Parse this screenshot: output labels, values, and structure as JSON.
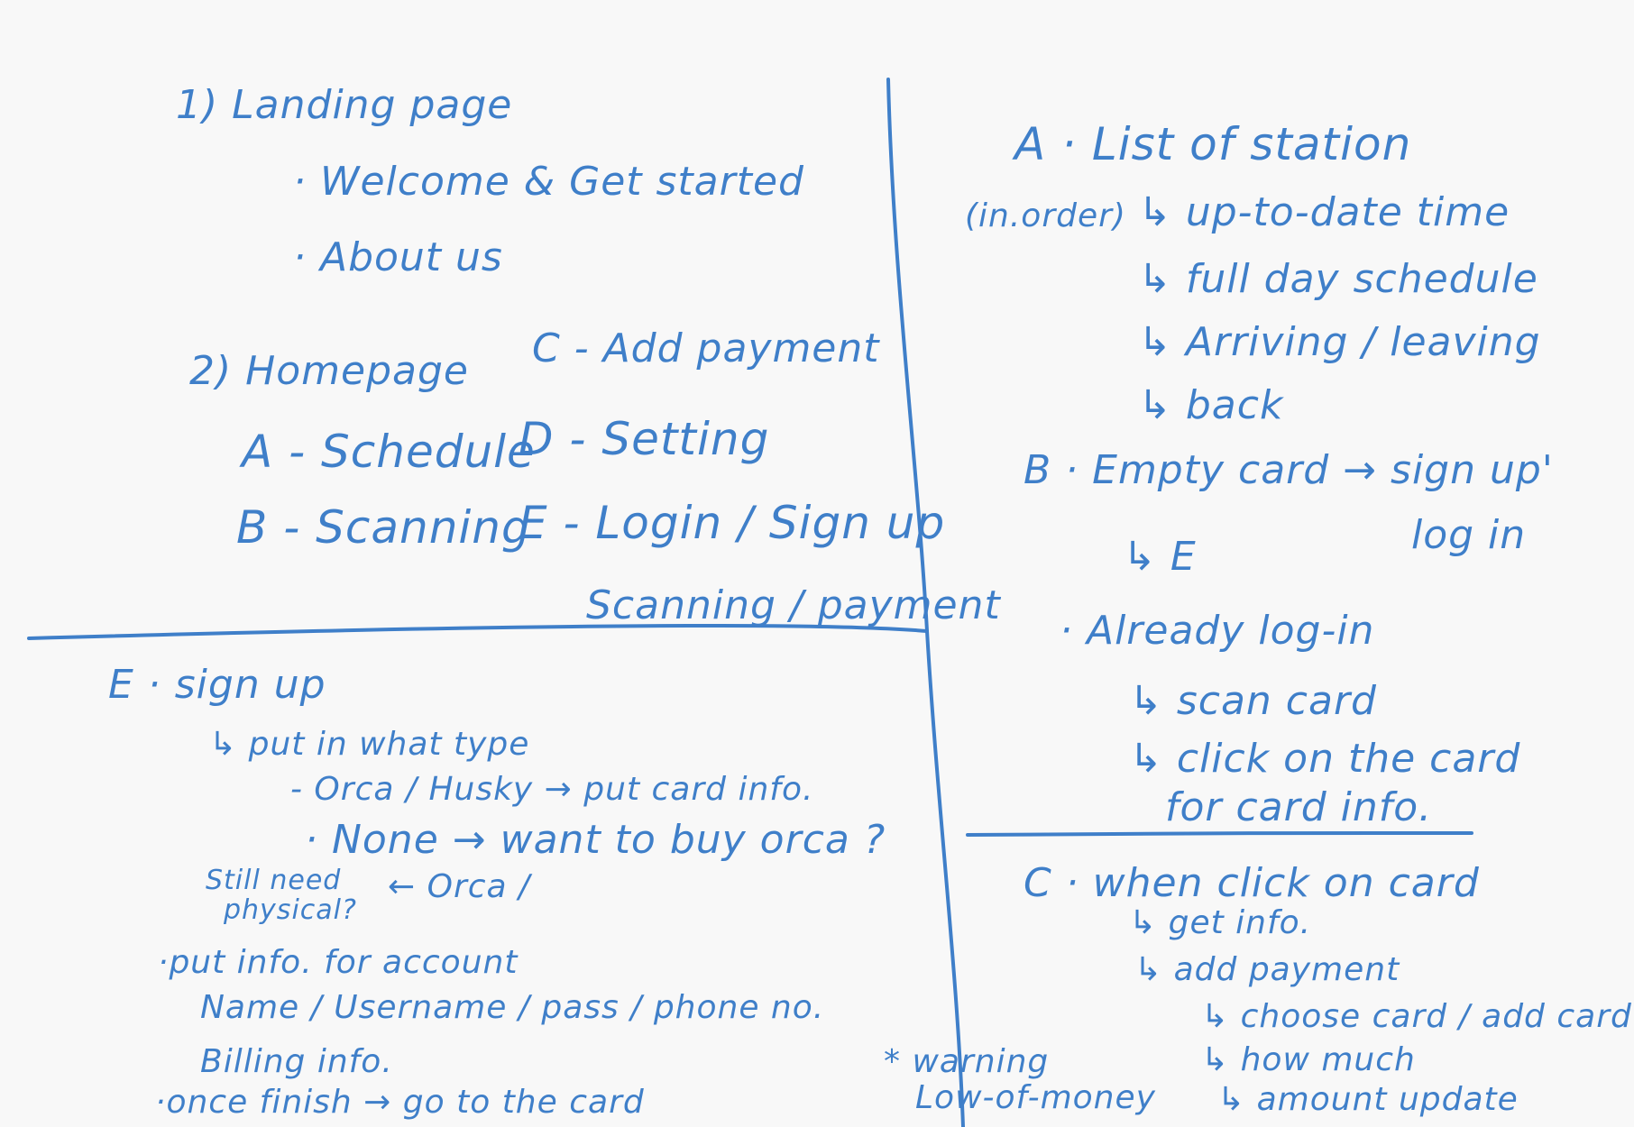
{
  "ink_color": "#3f7fc9",
  "paper_color": "#f8f8f8",
  "q1": {
    "landing_page": "1) Landing page",
    "welcome": "· Welcome & Get started",
    "about": "· About us",
    "homepage": "2) Homepage",
    "add_payment": "C - Add payment",
    "schedule": "A - Schedule",
    "setting": "D - Setting",
    "scanning": "B - Scanning",
    "login": "E - Login / Sign up",
    "scanning_payment": "Scanning / payment"
  },
  "q2": {
    "list_station": "A · List of station",
    "in_order": "(in.order)",
    "up_to_date": "↳ up-to-date time",
    "full_day": "↳ full day schedule",
    "arriving": "↳ Arriving / leaving",
    "back": "↳ back",
    "empty_card": "B · Empty card → sign up'",
    "log_in": "log in",
    "e_ref": "↳ E",
    "already": "· Already log-in",
    "scan_card": "↳ scan card",
    "click_card": "↳ click on the card",
    "for_card": "for card info."
  },
  "q3": {
    "sign_up": "E · sign up",
    "put_type": "↳ put in what type",
    "orca": "- Orca / Husky → put card info.",
    "none": "· None → want to buy orca ?",
    "still_need": "Still need",
    "physical": "physical?",
    "orca2": "← Orca /",
    "put_info": "·put info. for account",
    "name": "Name / Username / pass / phone no.",
    "billing": "Billing info.",
    "once": "·once finish → go to the card"
  },
  "q4": {
    "when_click": "C · when click on card",
    "get_info": "↳ get info.",
    "add_payment": "↳ add payment",
    "choose": "↳ choose card / add card",
    "how_much": "↳ how much",
    "amount": "↳ amount update",
    "warning": "* warning",
    "low": "Low-of-money"
  }
}
